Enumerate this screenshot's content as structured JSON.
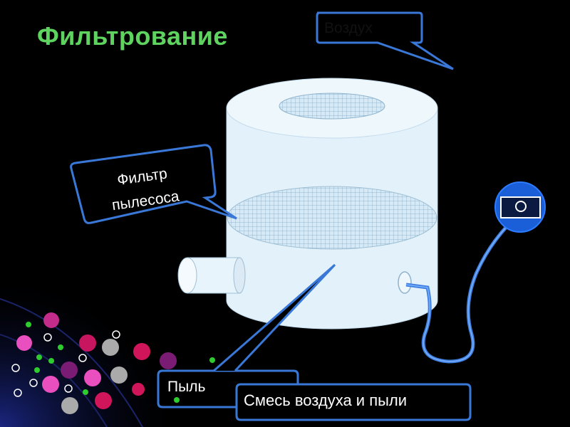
{
  "title": "Фильтрование",
  "labels": {
    "air": "Воздух",
    "filter_line1": "Фильтр",
    "filter_line2": "пылесоса",
    "dust": "Пыль",
    "mixture": "Смесь воздуха и пыли"
  },
  "colors": {
    "background": "#000000",
    "title": "#5fd35f",
    "callout_border": "#3a78d8",
    "callout_fill": "#000000",
    "tank_body": "#e6f3fb",
    "tank_top": "#e6f3fb",
    "mesh": "#b8d6ea",
    "hose": "#3f7fe0",
    "motor": "#1a5ed8",
    "wave": "#1a1a8a"
  },
  "icons": [
    "filter-mesh-icon",
    "motor-icon",
    "inlet-pipe-icon",
    "dust-particles-icon"
  ]
}
